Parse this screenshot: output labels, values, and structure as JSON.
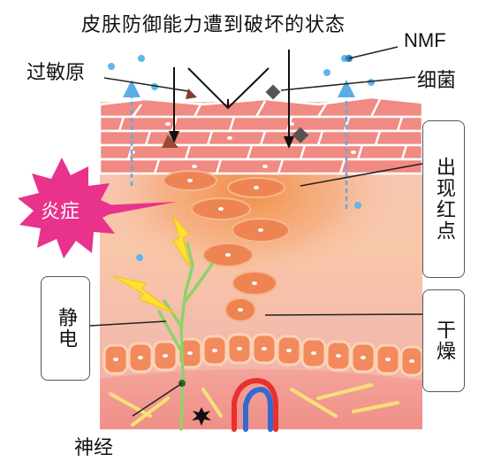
{
  "diagram": {
    "title": "皮肤防御能力遭到破坏的状态",
    "labels": {
      "nmf": "NMF",
      "allergen": "过敏原",
      "bacteria": "细菌",
      "inflammation": "炎症",
      "red_spots": "出现红点",
      "dryness": "干燥",
      "static": "静电",
      "nerve": "神经"
    },
    "colors": {
      "accent_magenta": "#e8328c",
      "arrow_blue": "#5aaee6",
      "dot_blue": "#5bb8ea",
      "lightning": "#ffe033",
      "nerve_green": "#8fd26a",
      "cell_orange": "#ef8453"
    }
  }
}
